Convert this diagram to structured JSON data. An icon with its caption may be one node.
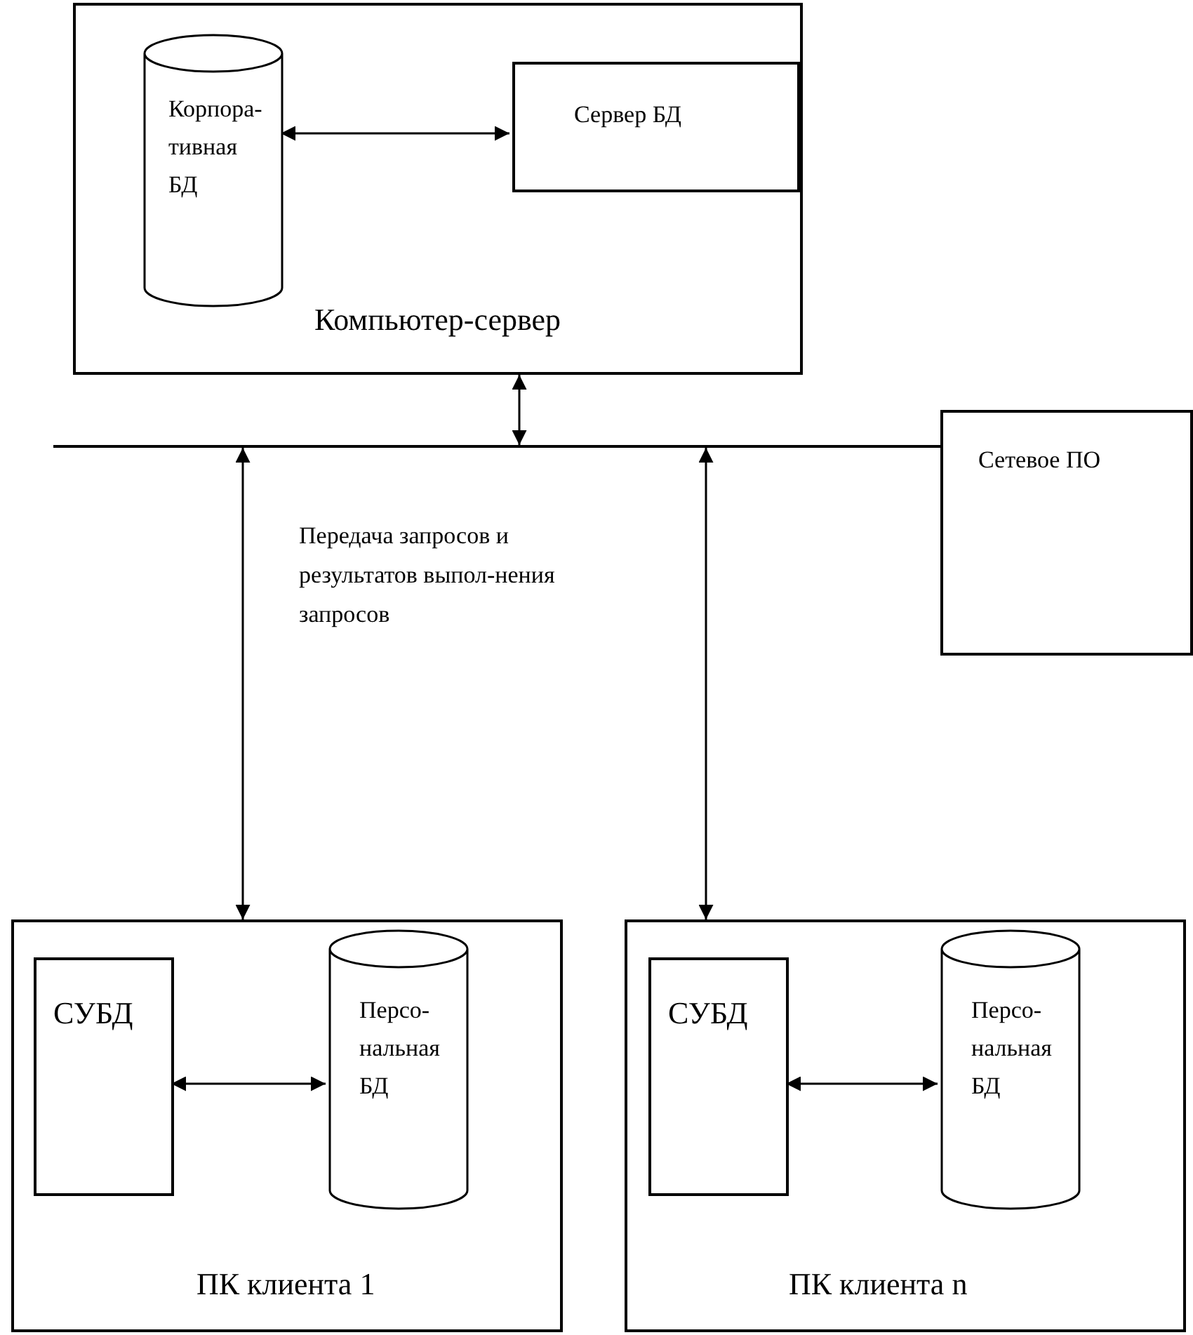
{
  "diagram": {
    "nodes": [
      {
        "text": [
          "Компьютер-сервер"
        ]
      },
      {
        "text": [
          "Корпора-тивная БД"
        ],
        "in": 0
      },
      {
        "text": [
          "Сервер БД"
        ],
        "in": 0
      },
      {
        "text": [],
        "shape": "line"
      },
      {
        "text": [
          "Сетевое ПО"
        ]
      },
      {
        "text": [
          "ПК клиента 1"
        ]
      },
      {
        "text": [
          "СУБД"
        ],
        "in": 5
      },
      {
        "text": [
          "Персо-нальная БД"
        ],
        "in": 5
      },
      {
        "text": [
          "ПК клиента n"
        ]
      },
      {
        "text": [
          "СУБД"
        ],
        "in": 8
      },
      {
        "text": [
          "Персо-нальная БД"
        ],
        "in": 8
      }
    ],
    "edges": [
      {
        "from": 1,
        "to": 2,
        "arrow": "both"
      },
      {
        "from": 0,
        "to": 3,
        "arrow": "both"
      },
      {
        "from": 3,
        "to": 5,
        "arrow": "both"
      },
      {
        "from": 3,
        "to": 8,
        "arrow": "both"
      },
      {
        "from": 6,
        "to": 7,
        "arrow": "both"
      },
      {
        "from": 9,
        "to": 10,
        "arrow": "both"
      }
    ],
    "labels": [
      "Передача запросов и результатов выпол-нения запросов"
    ]
  }
}
